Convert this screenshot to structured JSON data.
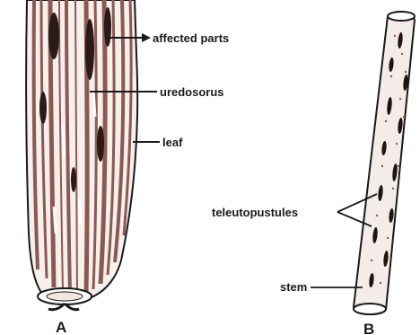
{
  "figure_a": {
    "letter": "A",
    "labels": {
      "affected_parts": "affected parts",
      "uredosorus": "uredosorus",
      "leaf": "leaf"
    }
  },
  "figure_b": {
    "letter": "B",
    "labels": {
      "teleutopustules": "teleutopustules",
      "stem": "stem"
    }
  },
  "colors": {
    "ink": "#1a1a1a",
    "tissue": "#8a5a52",
    "background": "#ffffff"
  }
}
